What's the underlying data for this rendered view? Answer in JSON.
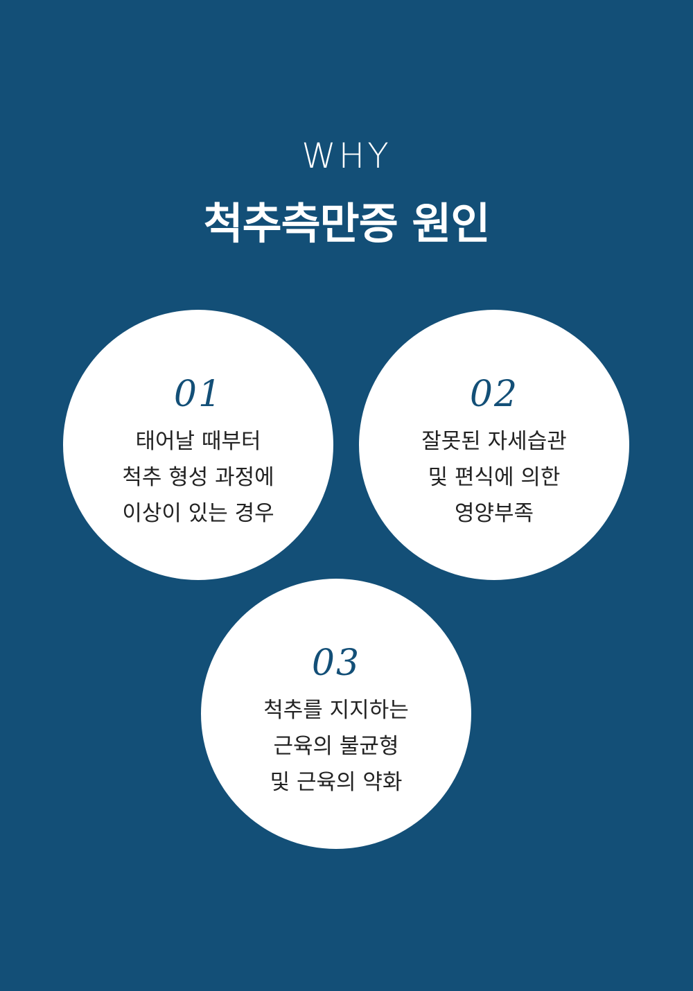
{
  "header": {
    "eyebrow": "WHY",
    "title": "척추측만증 원인"
  },
  "causes": [
    {
      "number": "01",
      "lines": [
        "태어날 때부터",
        "척추 형성 과정에",
        "이상이 있는 경우"
      ]
    },
    {
      "number": "02",
      "lines": [
        "잘못된 자세습관",
        "및 편식에 의한",
        "영양부족"
      ]
    },
    {
      "number": "03",
      "lines": [
        "척추를 지지하는",
        "근육의 불균형",
        "및 근육의 약화"
      ]
    }
  ],
  "colors": {
    "background": "#134f77",
    "circle": "#ffffff",
    "number": "#134f77",
    "text": "#222222"
  }
}
